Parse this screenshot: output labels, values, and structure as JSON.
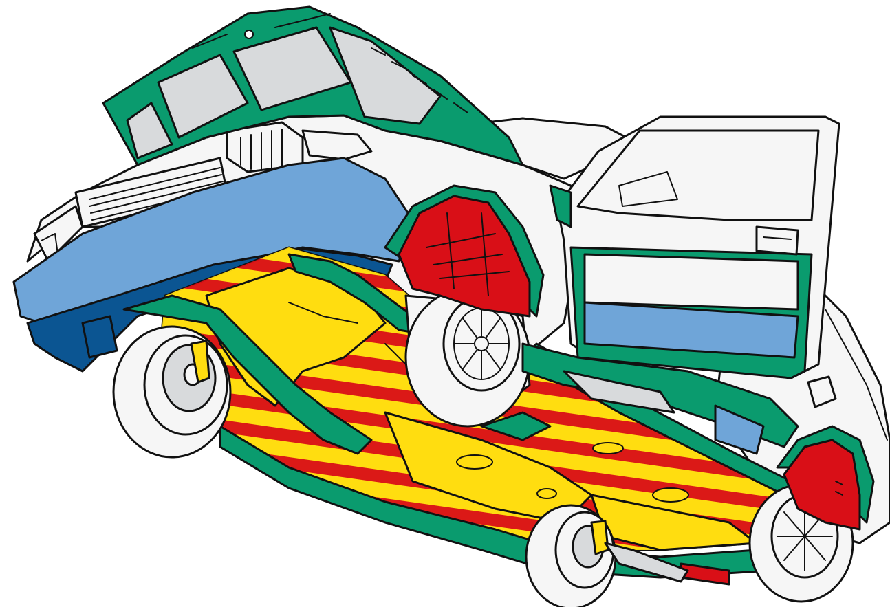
{
  "figure": {
    "kind": "cutaway illustration",
    "colors": {
      "outline": "#111111",
      "body_white": "#f6f6f6",
      "glass_grey": "#d8dadc",
      "seam_green": "#0a9b6e",
      "bumper_light_blue": "#6fa5d8",
      "bumper_dark_blue": "#0b5592",
      "wheel_arch_red": "#d90f17",
      "underbody_yellow": "#ffdd10",
      "stripe_red": "#d90f17"
    },
    "regions": [
      {
        "id": "hood",
        "color_key": "seam_green",
        "icon": "hood-inner-panel"
      },
      {
        "id": "front-bumper",
        "color_key": "bumper_dark_blue",
        "icon": "bumper"
      },
      {
        "id": "front-wheel-arch",
        "color_key": "wheel_arch_red",
        "icon": "wheel-arch-liner"
      },
      {
        "id": "rear-wheel-arch",
        "color_key": "wheel_arch_red",
        "icon": "wheel-arch-liner"
      },
      {
        "id": "underbody",
        "color_key": "underbody_yellow",
        "icon": "floor-pan"
      },
      {
        "id": "sill-seams",
        "color_key": "seam_green",
        "icon": "seam-sealing"
      },
      {
        "id": "door-cavity",
        "color_key": "bumper_light_blue",
        "icon": "cavity"
      }
    ]
  }
}
